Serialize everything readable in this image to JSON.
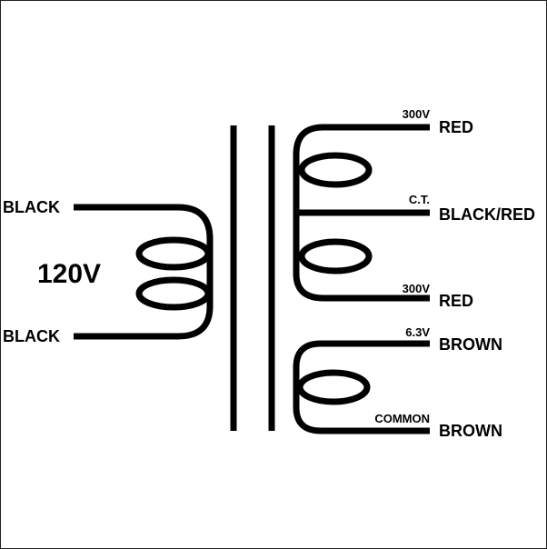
{
  "primary": {
    "top_lead": "BLACK",
    "bottom_lead": "BLACK",
    "voltage": "120V"
  },
  "secondary": {
    "taps": [
      {
        "voltage": "300V",
        "color": "RED"
      },
      {
        "voltage": "C.T.",
        "color": "BLACK/RED"
      },
      {
        "voltage": "300V",
        "color": "RED"
      },
      {
        "voltage": "6.3V",
        "color": "BROWN"
      },
      {
        "voltage": "COMMON",
        "color": "BROWN"
      }
    ]
  }
}
